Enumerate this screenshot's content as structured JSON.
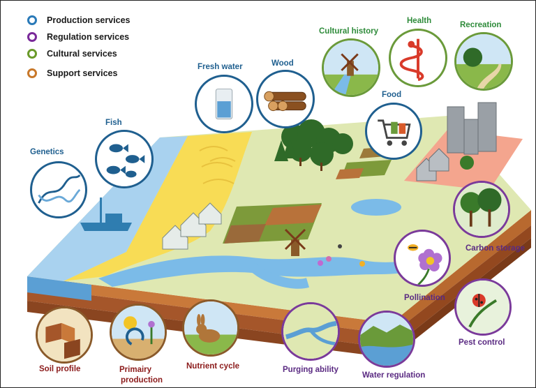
{
  "legend": [
    {
      "label": "Production services",
      "color": "#2a7ab8"
    },
    {
      "label": "Regulation services",
      "color": "#7a2a9a"
    },
    {
      "label": "Cultural services",
      "color": "#6a9a2a"
    },
    {
      "label": "Support services",
      "color": "#c8782a"
    }
  ],
  "production": {
    "genetics": "Genetics",
    "fish": "Fish",
    "fresh_water": "Fresh water",
    "wood": "Wood",
    "food": "Food"
  },
  "cultural": {
    "cultural_history": "Cultural history",
    "health": "Health",
    "recreation": "Recreation"
  },
  "regulation": {
    "carbon_storage": "Carbon storage",
    "pollination": "Pollination",
    "pest_control": "Pest control",
    "purging_ability": "Purging ability",
    "water_regulation": "Water regulation"
  },
  "support": {
    "soil_profile": "Soil profile",
    "primary_production_line1": "Primairy",
    "primary_production_line2": "production",
    "nutrient_cycle": "Nutrient cycle"
  }
}
